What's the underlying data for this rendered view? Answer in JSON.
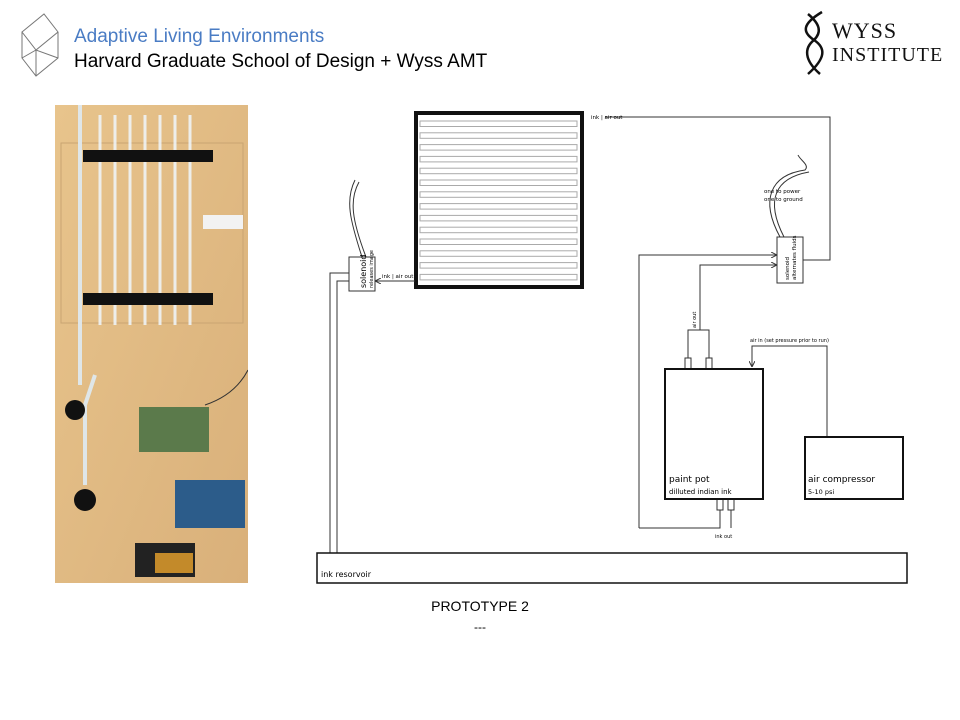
{
  "header": {
    "title_line1": "Adaptive Living Environments",
    "title_line2": "Harvard Graduate School of Design + Wyss AMT"
  },
  "logo": {
    "line1": "WYSS",
    "line2": "INSTITUTE"
  },
  "diagram": {
    "top_pipe_label": "ink | air out",
    "left_pipe_label": "ink | air out",
    "left_solenoid": {
      "name": "solenoid",
      "desc": "releases image"
    },
    "right_solenoid": {
      "name": "solenoid",
      "desc": "alternates fluids"
    },
    "wire_note_1": "one to power",
    "wire_note_2": "one to ground",
    "air_out_label": "air out",
    "air_in_label": "air in (set pressure prior to run)",
    "paint_pot": {
      "name": "paint pot",
      "desc": "dilluted indian ink"
    },
    "air_compressor": {
      "name": "air compressor",
      "desc": "5-10 psi"
    },
    "ink_out_label": "ink out",
    "reservoir": "ink resorvoir"
  },
  "caption": {
    "title": "PROTOTYPE 2",
    "sub": "---"
  }
}
